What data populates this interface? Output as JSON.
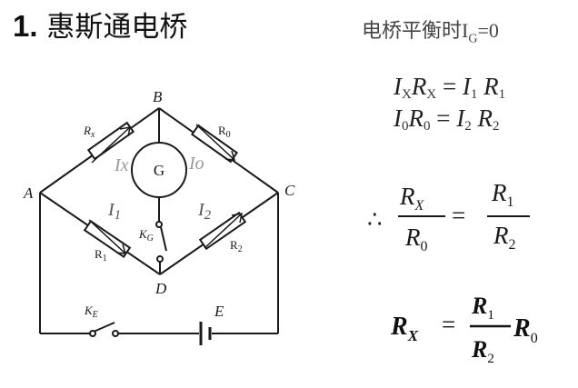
{
  "heading": {
    "number": "1.",
    "text": "惠斯通电桥"
  },
  "condition": {
    "prefix": "电桥平衡时I",
    "sub": "G",
    "suffix": "=0"
  },
  "equations": {
    "eq1": {
      "a": "I",
      "a_sub": "X",
      "b": "R",
      "b_sub": "X",
      "eq": " = ",
      "c": "I",
      "c_sub": "1",
      "d": " R",
      "d_sub": "1"
    },
    "eq2": {
      "a": "I",
      "a_sub": "0",
      "b": "R",
      "b_sub": "0",
      "eq": " = ",
      "c": "I",
      "c_sub": "2",
      "d": " R",
      "d_sub": "2"
    },
    "ratio": {
      "therefore": "∴",
      "num_var": "R",
      "num_sub": "X",
      "den_var": "R",
      "den_sub": "0",
      "equals": "=",
      "rnum_var": "R",
      "rnum_sub": "1",
      "rden_var": "R",
      "rden_sub": "2"
    },
    "result": {
      "lhs_var": "R",
      "lhs_sub": "X",
      "equals": "=",
      "num_var": "R",
      "num_sub": "1",
      "den_var": "R",
      "den_sub": "2",
      "tail_var": "R",
      "tail_sub": "0"
    }
  },
  "circuit": {
    "nodes": {
      "a": "A",
      "b": "B",
      "c": "C",
      "d": "D"
    },
    "resistors": {
      "rx": "R",
      "rx_sub": "x",
      "r0": "R",
      "r0_sub": "0",
      "r1": "R",
      "r1_sub": "1",
      "r2": "R",
      "r2_sub": "2"
    },
    "galvanometer": "G",
    "switch_g": "K",
    "switch_g_sub": "G",
    "switch_e": "K",
    "switch_e_sub": "E",
    "battery": "E",
    "currents": {
      "ix": "Ix",
      "i0": "Io",
      "i1": "I",
      "i1_sub": "1",
      "i2": "I",
      "i2_sub": "2"
    }
  },
  "colors": {
    "ink": "#1a1a1a",
    "faded": "#9a9a9a",
    "heading": "#111111"
  }
}
